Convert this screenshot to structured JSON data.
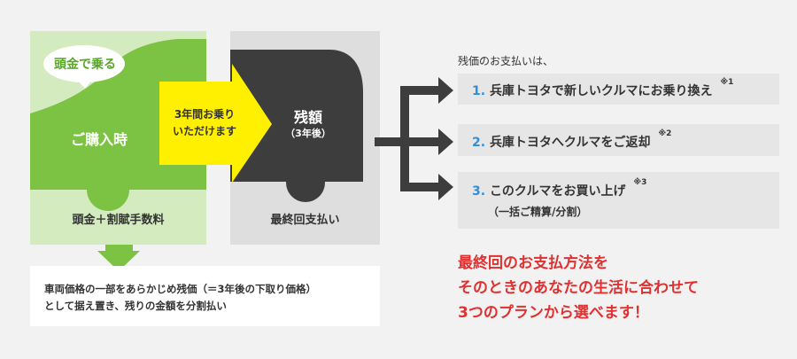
{
  "purchase": {
    "bubble": "頭金で乗る",
    "title": "ご購入時",
    "footer": "頭金＋割賦手数料"
  },
  "arrow": {
    "line1": "3年間お乗り",
    "line2": "いただけます"
  },
  "residual": {
    "title": "残額",
    "subtitle": "（3年後）",
    "footer": "最終回支払い"
  },
  "note": {
    "line1": "車両価格の一部をあらかじめ残価（＝3年後の下取り価格）",
    "line2": "として据え置き、残りの金額を分割払い"
  },
  "options": {
    "heading": "残価のお支払いは、",
    "items": [
      {
        "num": "1.",
        "text": "兵庫トヨタで新しいクルマにお乗り換え",
        "mark": "※1",
        "sub": ""
      },
      {
        "num": "2.",
        "text": "兵庫トヨタへクルマをご返却",
        "mark": "※2",
        "sub": ""
      },
      {
        "num": "3.",
        "text": "このクルマをお買い上げ",
        "mark": "※3",
        "sub": "（一括ご精算/分割）"
      }
    ]
  },
  "promo": {
    "line1": "最終回のお支払方法を",
    "line2": "そのときのあなたの生活に合わせて",
    "line3": "3つのプランから選べます！"
  },
  "colors": {
    "green": "#7cc243",
    "light_green": "#d4ebc0",
    "dark_gray": "#3d3d3d",
    "light_gray": "#dedede",
    "yellow": "#fff000",
    "red": "#e03030",
    "blue": "#2f8fd8"
  }
}
